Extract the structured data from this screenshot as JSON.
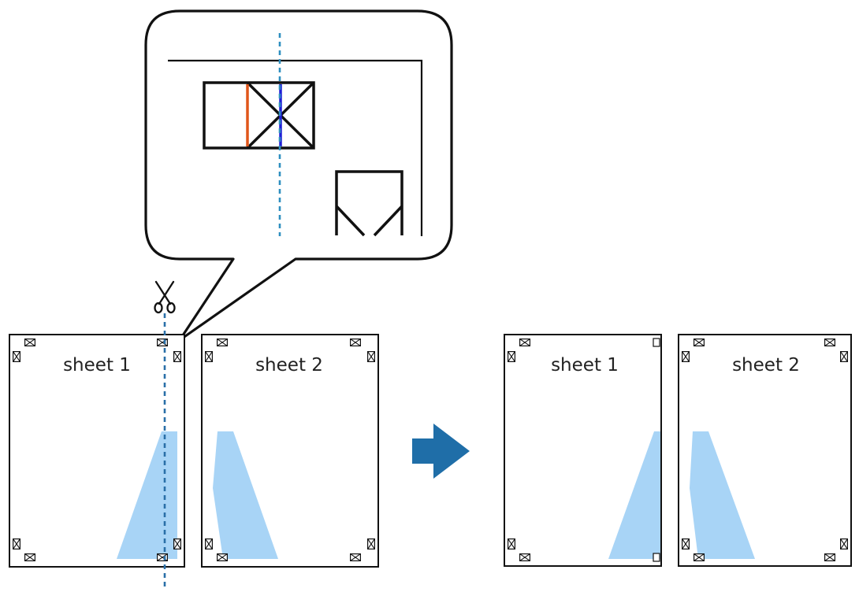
{
  "sheets": {
    "left_sheet_1": "sheet 1",
    "left_sheet_2": "sheet 2",
    "right_sheet_1": "sheet 1",
    "right_sheet_2": "sheet 2"
  },
  "colors": {
    "outline": "#111111",
    "cut_line": "#2a6fa8",
    "zoom_cut_line": "#2f8fc0",
    "image_fill": "#a8d4f6",
    "arrow": "#1f6ea8",
    "marker_orange": "#e0561a",
    "marker_blue": "#1f1fd6"
  },
  "icons": {
    "scissors": "scissors-icon",
    "arrow": "arrow-right-icon"
  }
}
